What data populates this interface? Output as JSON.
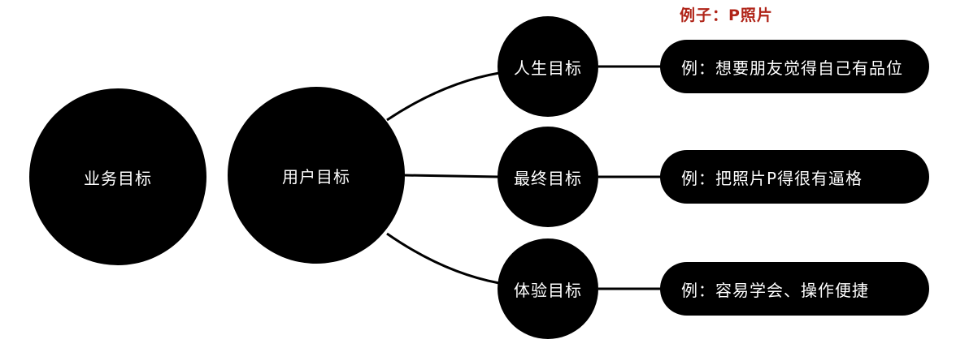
{
  "caption": "例子：P照片",
  "nodes": {
    "business_goal": "业务目标",
    "user_goal": "用户目标",
    "life_goal": "人生目标",
    "end_goal": "最终目标",
    "experience_goal": "体验目标"
  },
  "examples": {
    "life": "例：想要朋友觉得自己有品位",
    "end": "例：把照片P得很有逼格",
    "experience": "例：容易学会、操作便捷"
  },
  "colors": {
    "node_fill": "#000000",
    "node_text": "#ffffff",
    "caption": "#b02418"
  }
}
